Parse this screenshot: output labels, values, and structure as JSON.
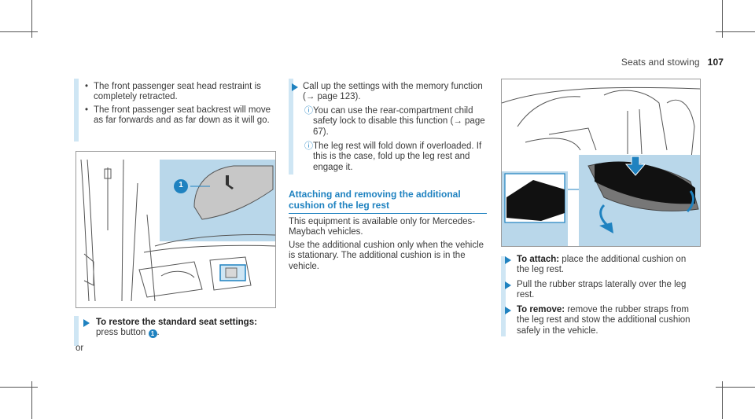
{
  "header": {
    "section": "Seats and stowing",
    "page_number": "107"
  },
  "left": {
    "bullets": [
      "The front passenger seat head restraint is completely retracted.",
      "The front passenger seat backrest will move as far forwards and as far down as it will go."
    ],
    "figure_callout": "1",
    "step_title": "To restore the standard seat settings:",
    "step_text_before": "press button",
    "step_callout": "1",
    "step_text_after": ".",
    "or_label": "or"
  },
  "middle": {
    "step1_text": "Call up the settings with the memory function (→ page 123).",
    "note1": "You can use the rear-compartment child safety lock to disable this function (→ page 67).",
    "note2": "The leg rest will fold down if overloaded. If this is the case, fold up the leg rest and engage it.",
    "heading": "Attaching and removing the additional cushion of the leg rest",
    "para1": "This equipment is available only for Mercedes-Maybach vehicles.",
    "para2": "Use the additional cushion only when the vehicle is stationary. The additional cushion is in the vehicle."
  },
  "right": {
    "attach_label": "To attach:",
    "attach_text": "place the additional cushion on the leg rest.",
    "pull_text": "Pull the rubber straps laterally over the leg rest.",
    "remove_label": "To remove:",
    "remove_text": "remove the rubber straps from the leg rest and stow the additional cushion safely in the vehicle."
  },
  "colors": {
    "accent": "#1f82c0",
    "note_bar": "#cfe6f4",
    "figure_panel": "#b9d7ea"
  },
  "icons": [
    "step-arrow-icon",
    "info-icon",
    "callout-badge-icon"
  ]
}
